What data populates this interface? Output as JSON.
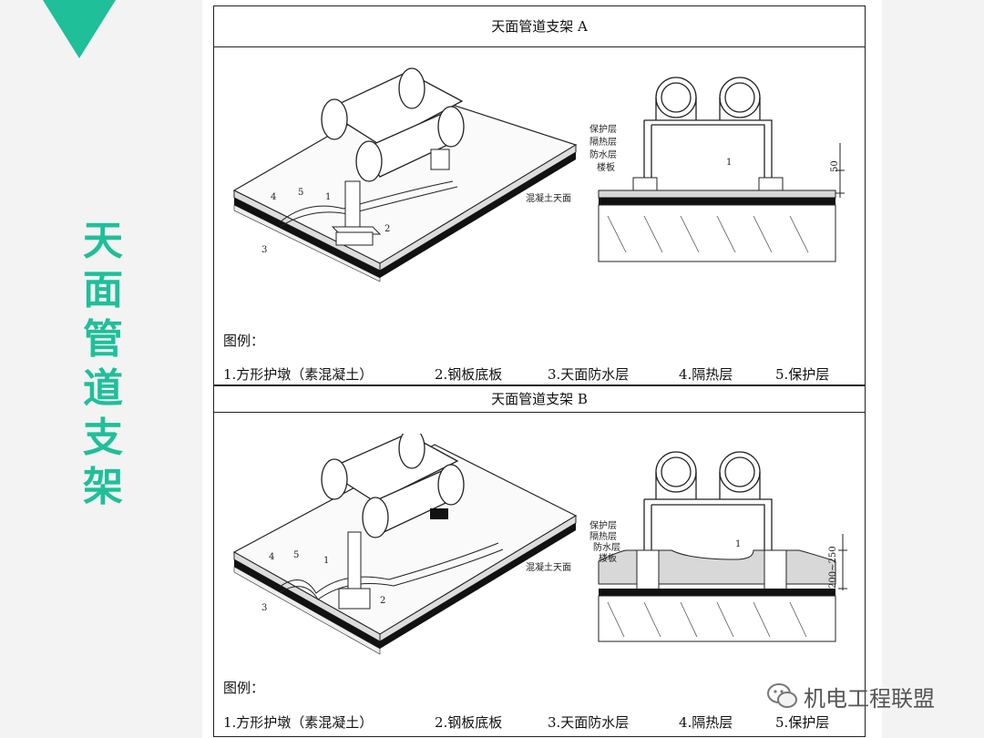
{
  "side_title": "天面管道支架",
  "panel_a": {
    "title": "天面管道支架 A",
    "legend_title": "图例：",
    "legend": [
      "1.方形护墩（素混凝土）",
      "2.钢板底板",
      "3.天面防水层",
      "4.隔热层",
      "5.保护层"
    ],
    "iso_callouts": [
      "1",
      "2",
      "3",
      "4",
      "5"
    ],
    "iso_note": "混凝土天面",
    "section_layers": [
      "保护层",
      "隔热层",
      "防水层",
      "楼板"
    ],
    "section_callout": "1",
    "section_dim": "50"
  },
  "panel_b": {
    "title": "天面管道支架 B",
    "legend_title": "图例：",
    "legend": [
      "1.方形护墩（素混凝土）",
      "2.钢板底板",
      "3.天面防水层",
      "4.隔热层",
      "5.保护层"
    ],
    "iso_callouts": [
      "1",
      "2",
      "3",
      "4",
      "5"
    ],
    "iso_note": "混凝土天面",
    "section_layers": [
      "保护层",
      "隔热层",
      "防水层",
      "楼板"
    ],
    "section_callout": "1",
    "section_dim": "200~250"
  },
  "watermark": "机电工程联盟",
  "colors": {
    "accent": "#1fbf9a"
  }
}
